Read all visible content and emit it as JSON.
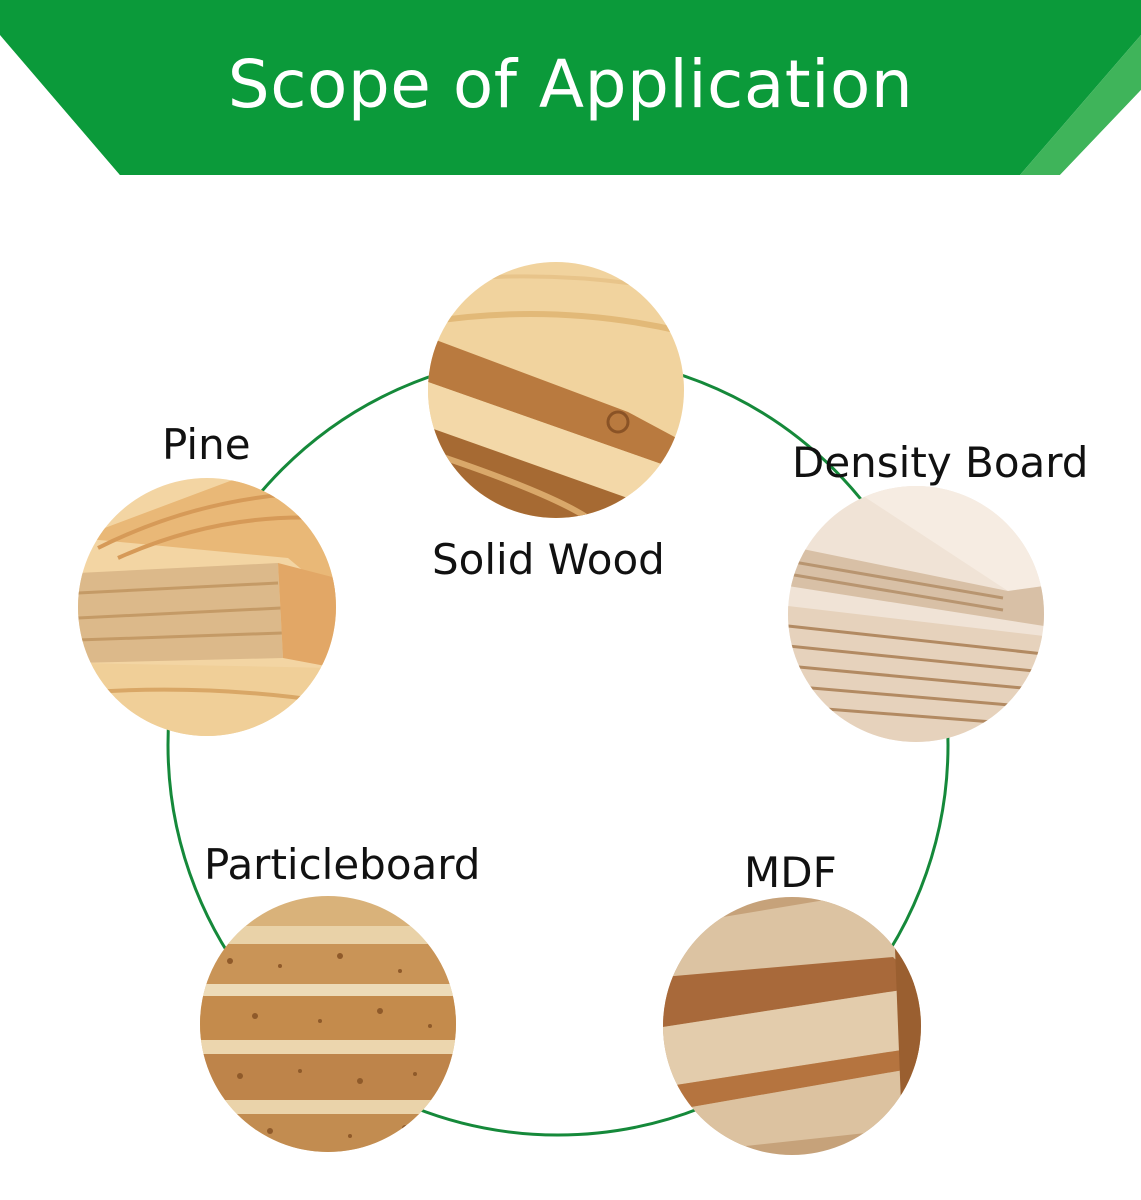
{
  "banner": {
    "title": "Scope of Application",
    "color": "#0b9a3a",
    "wing_color": "#3fb45a"
  },
  "ring_color": "#15893a",
  "materials": [
    {
      "label": "Solid Wood",
      "icon": "solid-wood-image"
    },
    {
      "label": "Density Board",
      "icon": "density-board-image"
    },
    {
      "label": "MDF",
      "icon": "mdf-image"
    },
    {
      "label": "Particleboard",
      "icon": "particleboard-image"
    },
    {
      "label": "Pine",
      "icon": "pine-image"
    }
  ]
}
